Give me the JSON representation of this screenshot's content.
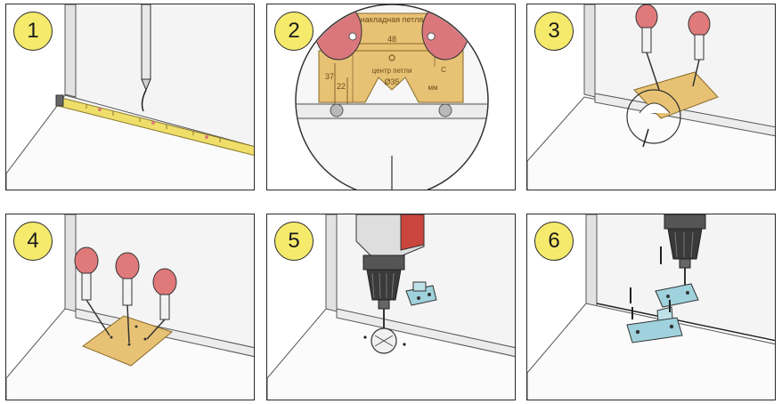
{
  "steps": [
    {
      "number": "1"
    },
    {
      "number": "2"
    },
    {
      "number": "3"
    },
    {
      "number": "4"
    },
    {
      "number": "5"
    },
    {
      "number": "6"
    }
  ],
  "template": {
    "title": "накладная петля",
    "width_dim": "48",
    "height_dim_outer": "37",
    "height_dim_inner": "22",
    "center_label": "центр петли",
    "diameter_label": "Ø35",
    "unit": "мм",
    "corner_mark": "C"
  },
  "colors": {
    "badge": "#f6ea6d",
    "template": "#e7c274",
    "tape": "#efdf6a",
    "handle": "#e07a7a",
    "drill": "#c9453e",
    "hinge_metal": "#9fd2dc",
    "outline": "#2a2a2a"
  },
  "icons": [
    "pencil-icon",
    "measuring-tape-icon",
    "awl-icon",
    "drill-icon",
    "hinge-icon",
    "screw-icon"
  ]
}
